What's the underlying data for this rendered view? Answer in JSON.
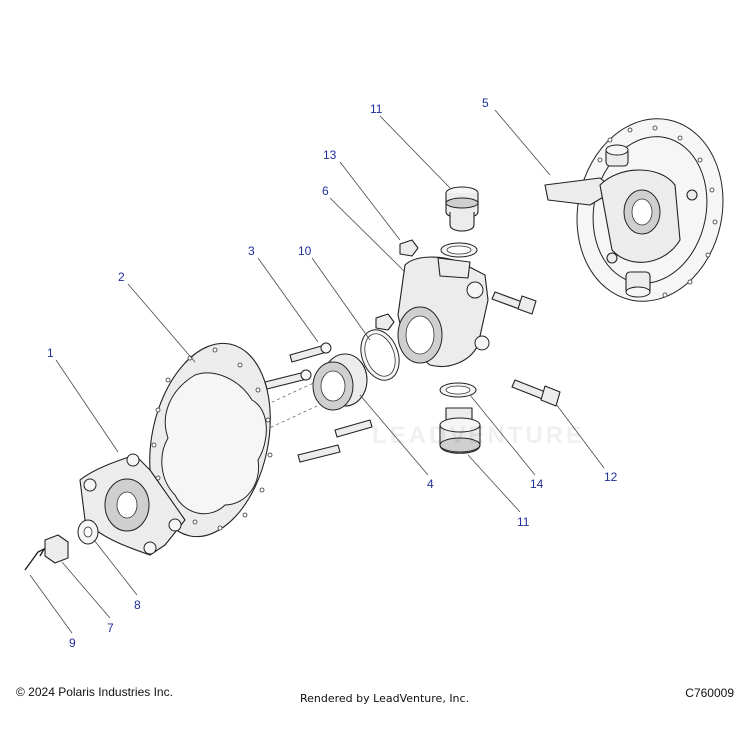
{
  "callouts": [
    {
      "id": "1",
      "label": "1"
    },
    {
      "id": "2",
      "label": "2"
    },
    {
      "id": "3",
      "label": "3"
    },
    {
      "id": "4",
      "label": "4"
    },
    {
      "id": "5",
      "label": "5"
    },
    {
      "id": "6",
      "label": "6"
    },
    {
      "id": "7",
      "label": "7"
    },
    {
      "id": "8",
      "label": "8"
    },
    {
      "id": "9",
      "label": "9"
    },
    {
      "id": "10",
      "label": "10"
    },
    {
      "id": "11a",
      "label": "11"
    },
    {
      "id": "11b",
      "label": "11"
    },
    {
      "id": "12",
      "label": "12"
    },
    {
      "id": "13",
      "label": "13"
    },
    {
      "id": "14",
      "label": "14"
    }
  ],
  "footer": {
    "copyright": "© 2024 Polaris Industries Inc.",
    "rendered": "Rendered by LeadVenture, Inc.",
    "code": "C760009"
  },
  "watermark": "LEADVENTURE",
  "colors": {
    "callout": "#1f2f9a",
    "line": "#222222",
    "part_fill": "#ececec"
  }
}
